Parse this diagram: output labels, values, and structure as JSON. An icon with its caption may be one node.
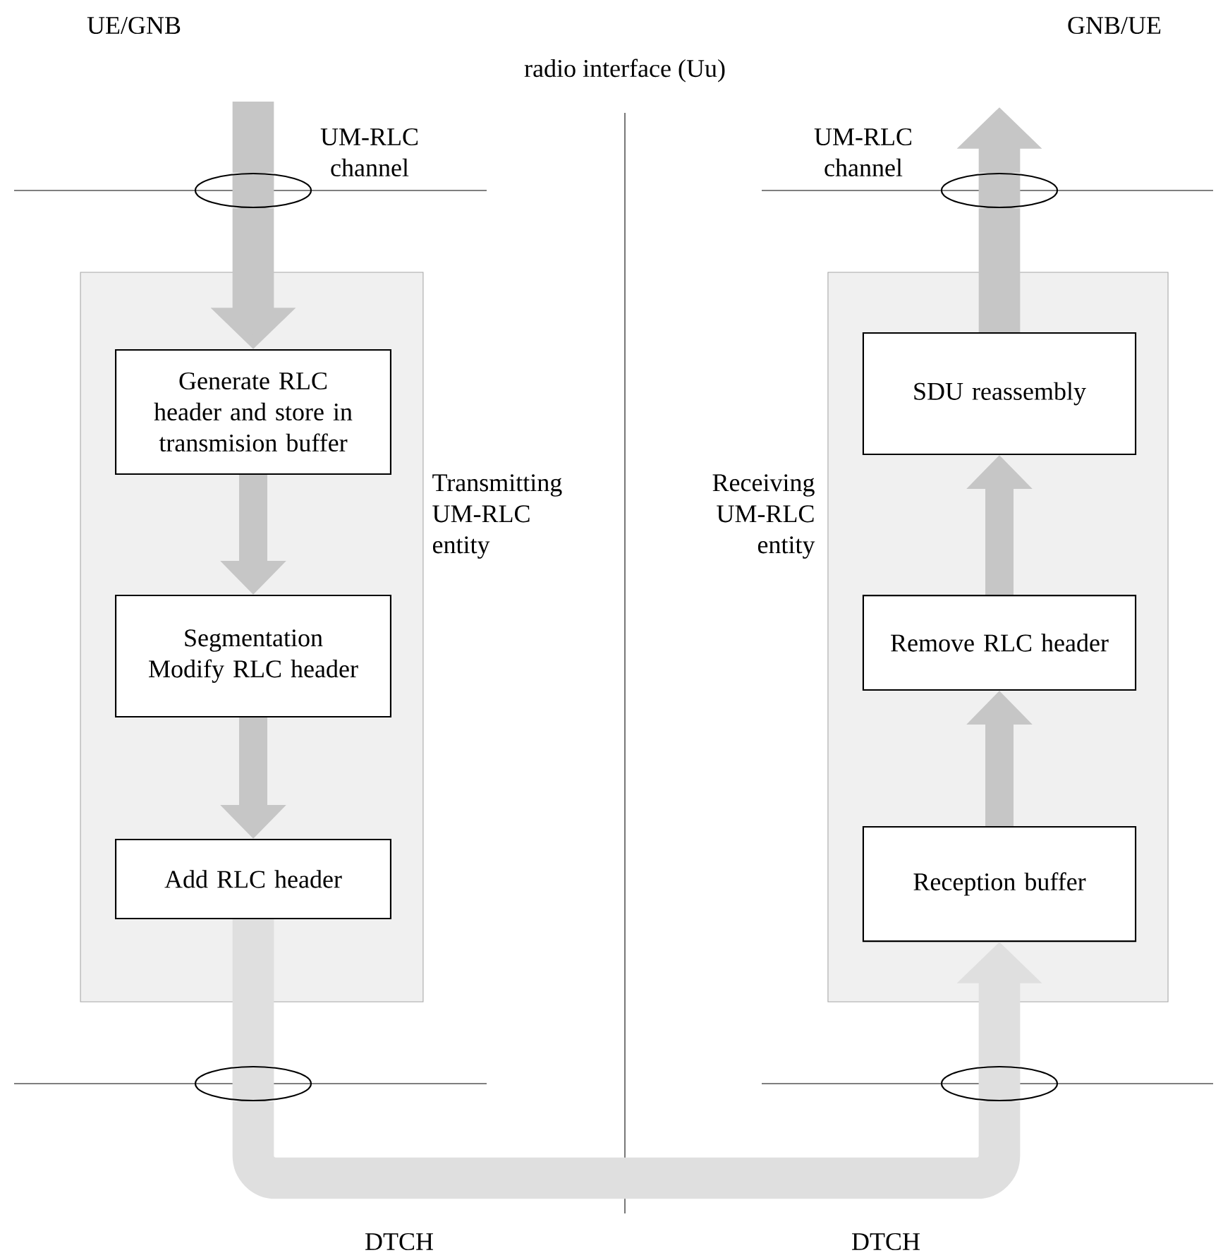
{
  "diagram": {
    "nodes": [
      {
        "text": [],
        "shape": "ellipse"
      },
      {
        "text": [],
        "shape": "ellipse"
      },
      {
        "text": [],
        "shape": "box",
        "beside": [
          "Transmitting UM-RLC entity"
        ]
      },
      {
        "text": [
          "Generate RLC header and store in transmision buffer"
        ],
        "in": 2
      },
      {
        "text": [
          "Segmentation Modify RLC header"
        ],
        "in": 2
      },
      {
        "text": [
          "Add RLC header"
        ],
        "in": 2
      },
      {
        "text": [],
        "shape": "box",
        "beside": [
          "Receiving UM-RLC entity"
        ]
      },
      {
        "text": [
          "SDU reassembly"
        ],
        "in": 6
      },
      {
        "text": [
          "Remove RLC header"
        ],
        "in": 6
      },
      {
        "text": [
          "Reception buffer"
        ],
        "in": 6
      },
      {
        "text": [],
        "shape": "ellipse"
      },
      {
        "text": [],
        "shape": "ellipse"
      }
    ],
    "edges": [
      {
        "from": null,
        "to": 0,
        "arrow": "none"
      },
      {
        "from": 0,
        "to": 3,
        "arrow": "to"
      },
      {
        "from": 3,
        "to": 4,
        "arrow": "to"
      },
      {
        "from": 4,
        "to": 5,
        "arrow": "to"
      },
      {
        "from": 5,
        "to": 10,
        "arrow": "none"
      },
      {
        "from": 10,
        "to": 11,
        "arrow": "none"
      },
      {
        "from": 11,
        "to": 9,
        "arrow": "to"
      },
      {
        "from": 9,
        "to": 8,
        "arrow": "to"
      },
      {
        "from": 8,
        "to": 7,
        "arrow": "to"
      },
      {
        "from": 7,
        "to": 1,
        "arrow": "none"
      },
      {
        "from": 1,
        "to": null,
        "arrow": "to"
      }
    ],
    "labels": [
      "UE/GNB",
      "radio interface (Uu)",
      "GNB/UE",
      "UM-RLC channel",
      "UM-RLC channel",
      "DTCH",
      "DTCH"
    ]
  }
}
